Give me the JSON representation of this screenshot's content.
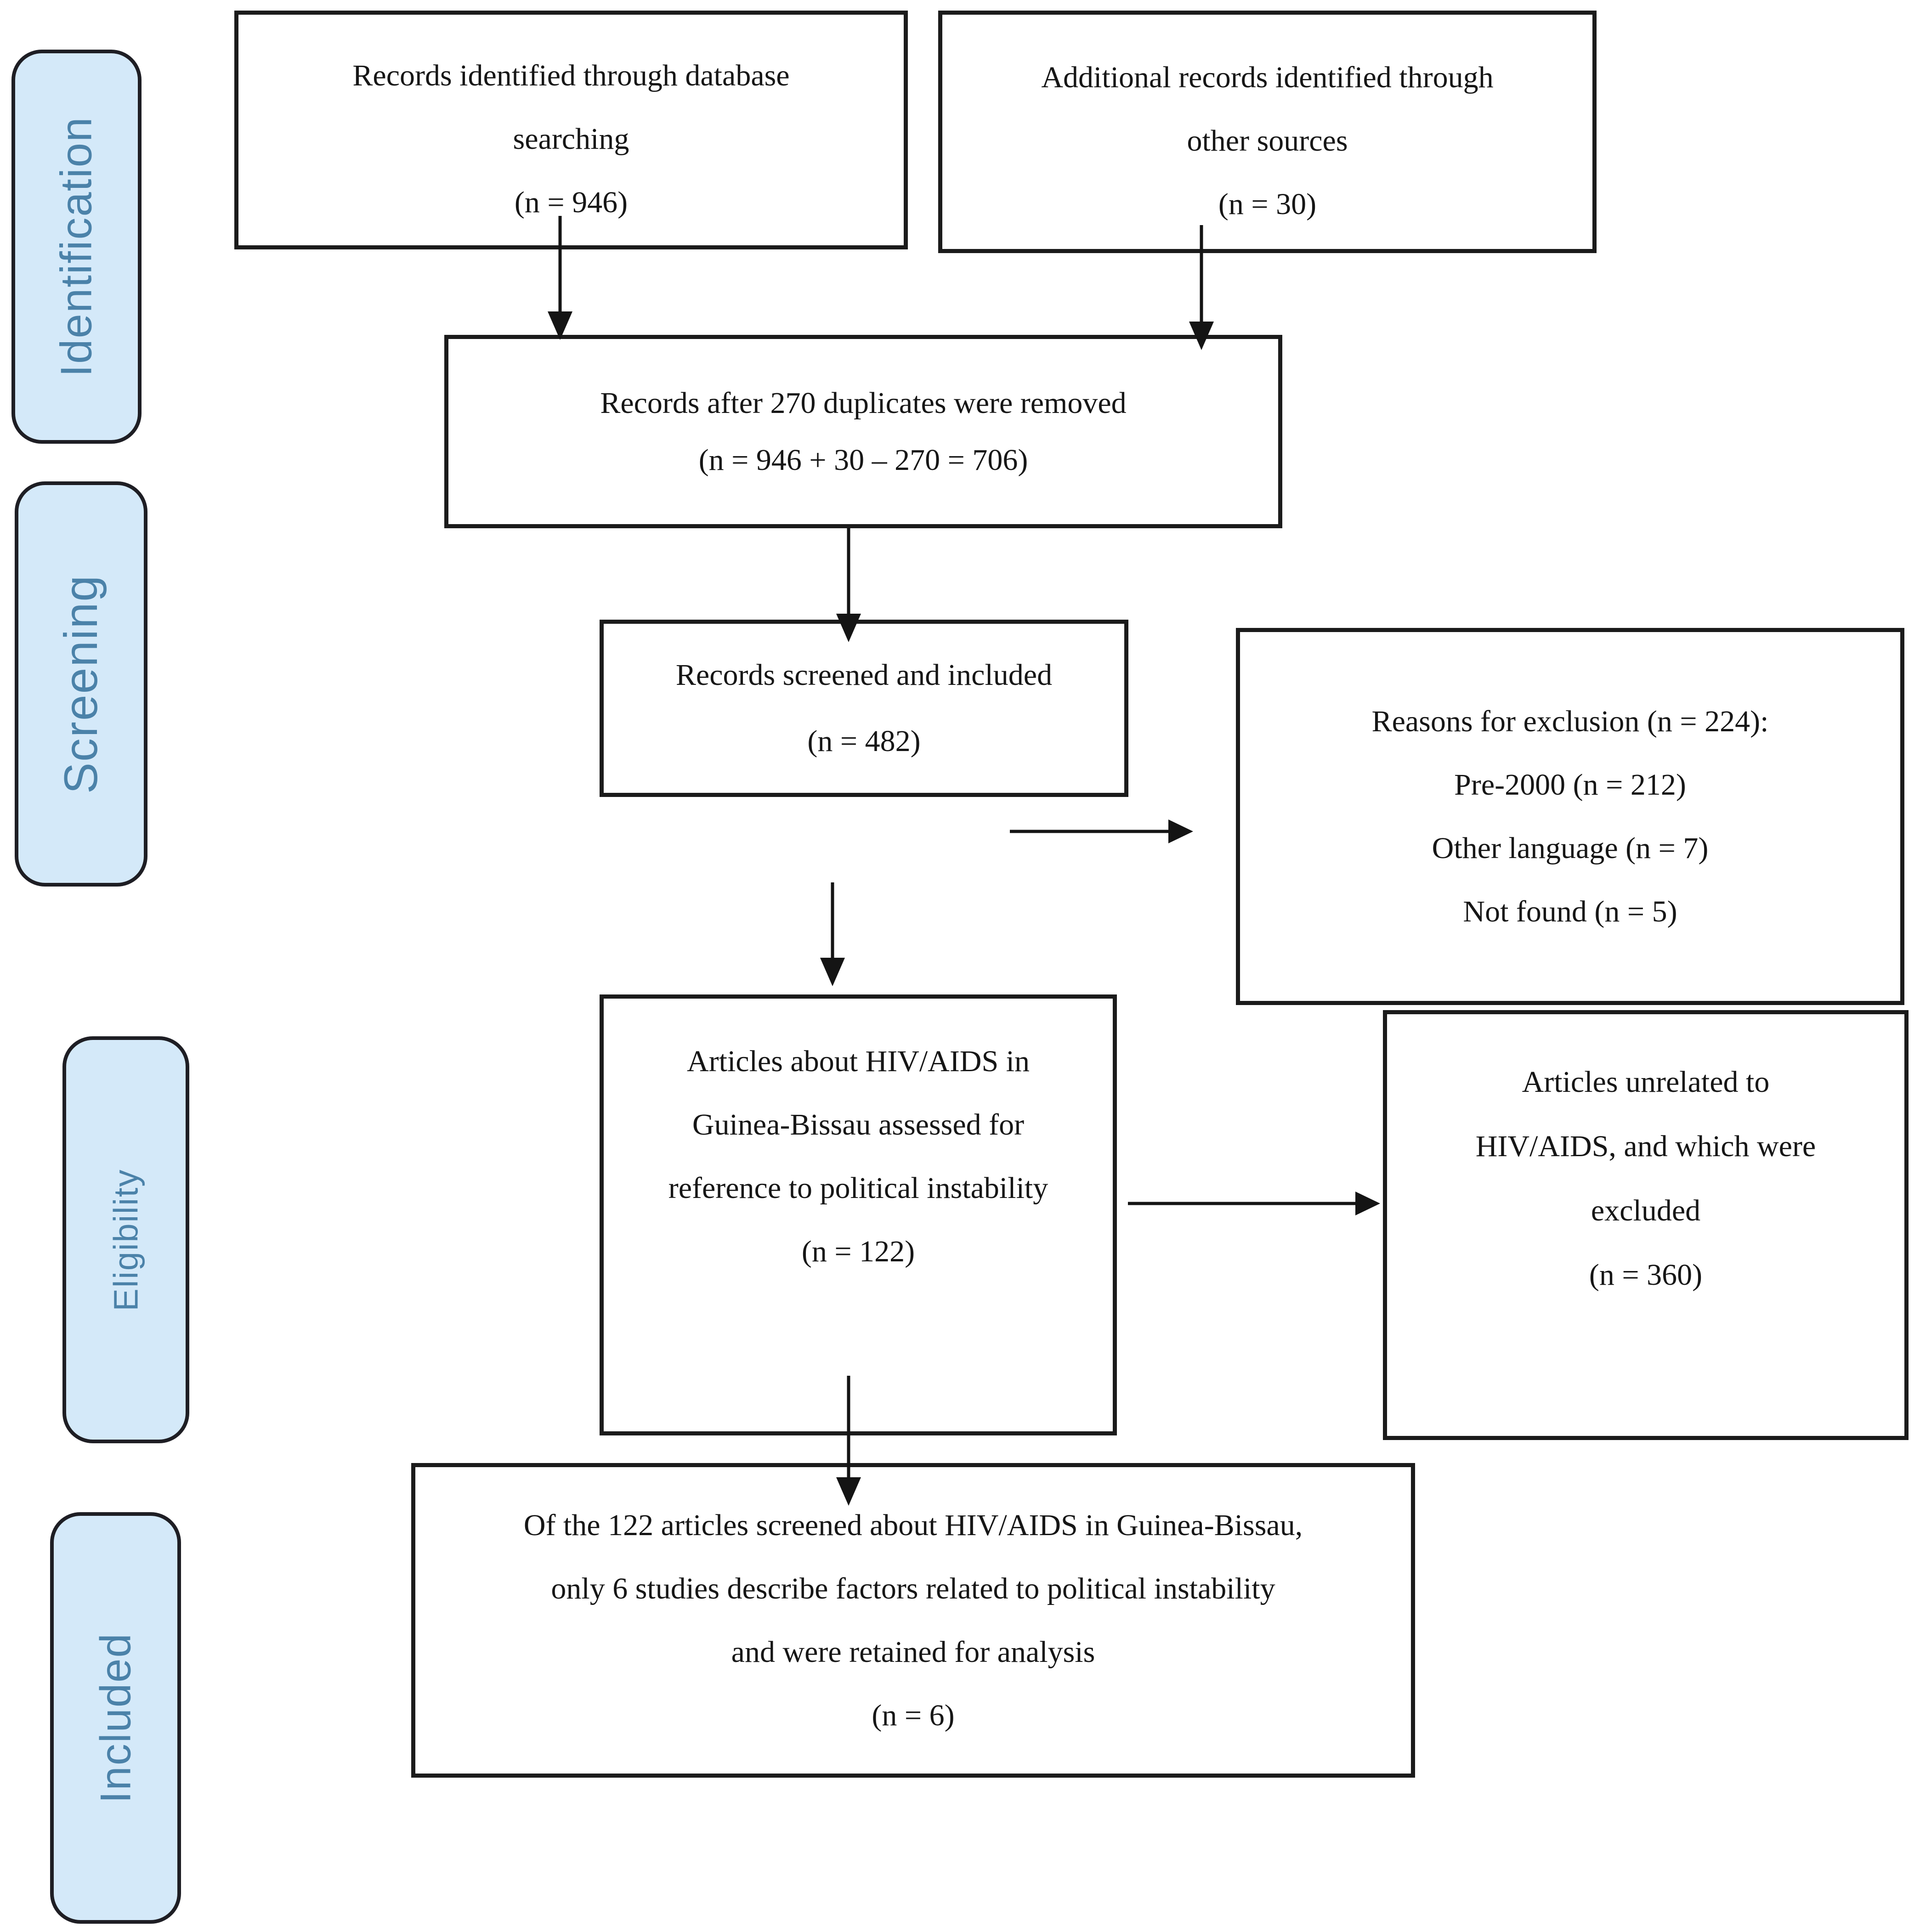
{
  "palette": {
    "page_bg": "#ffffff",
    "box_bg": "#ffffff",
    "box_border": "#1b1b1b",
    "ink": "#161616",
    "arrow": "#141414",
    "stage_fill": "#d4e9f9",
    "stage_border": "#1e1e24",
    "stage_text": "#4b82a9"
  },
  "stages": [
    {
      "label": "Identification"
    },
    {
      "label": "Screening"
    },
    {
      "label": "Eligibility"
    },
    {
      "label": "Included"
    }
  ],
  "boxes": {
    "identified": {
      "lines": [
        "Records identified through database",
        "searching",
        "(n = 946)"
      ]
    },
    "additional": {
      "lines": [
        "Additional records identified through",
        "other sources",
        "(n = 30)"
      ]
    },
    "dedup": {
      "lines": [
        "Records after 270 duplicates were removed",
        "(n = 946 + 30 – 270 = 706)"
      ]
    },
    "screened": {
      "lines": [
        "Records screened and included",
        "(n = 482)"
      ]
    },
    "exclusion": {
      "lines": [
        "Reasons for exclusion (n = 224):",
        "Pre-2000 (n = 212)",
        "Other language (n = 7)",
        "Not found (n = 5)"
      ]
    },
    "eligibility": {
      "lines": [
        "Articles about HIV/AIDS in",
        "Guinea-Bissau assessed for",
        "reference to political instability",
        "(n = 122)"
      ]
    },
    "unrelated": {
      "lines": [
        "Articles unrelated to",
        "HIV/AIDS, and which were",
        "excluded",
        "(n = 360)"
      ]
    },
    "included": {
      "lines": [
        "Of the 122 articles screened about HIV/AIDS in Guinea-Bissau,",
        "only 6 studies describe factors related to political instability",
        "and were retained for analysis",
        "(n = 6)"
      ]
    }
  }
}
